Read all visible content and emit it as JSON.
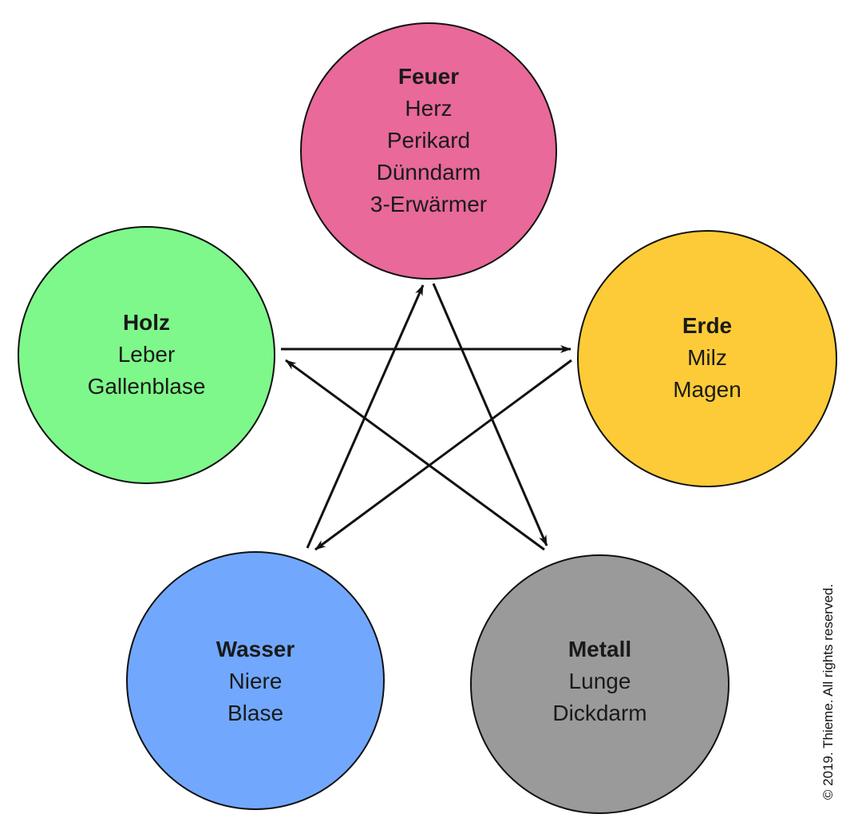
{
  "colors": {
    "feuer": "#E8699A",
    "holz": "#7EF88A",
    "erde": "#FDCB37",
    "wasser": "#71A8FE",
    "metall": "#9A9A9A",
    "stroke": "#111111"
  },
  "nodes": {
    "feuer": {
      "title": "Feuer",
      "lines": [
        "Herz",
        "Perikard",
        "Dünndarm",
        "3-Erwärmer"
      ]
    },
    "holz": {
      "title": "Holz",
      "lines": [
        "Leber",
        "Gallenblase"
      ]
    },
    "erde": {
      "title": "Erde",
      "lines": [
        "Milz",
        "Magen"
      ]
    },
    "wasser": {
      "title": "Wasser",
      "lines": [
        "Niere",
        "Blase"
      ]
    },
    "metall": {
      "title": "Metall",
      "lines": [
        "Lunge",
        "Dickdarm"
      ]
    }
  },
  "arrows": [
    {
      "from": "holz",
      "to": "erde"
    },
    {
      "from": "erde",
      "to": "wasser"
    },
    {
      "from": "wasser",
      "to": "feuer"
    },
    {
      "from": "feuer",
      "to": "metall"
    },
    {
      "from": "metall",
      "to": "holz"
    }
  ],
  "copyright": "© 2019. Thieme. All rights reserved."
}
